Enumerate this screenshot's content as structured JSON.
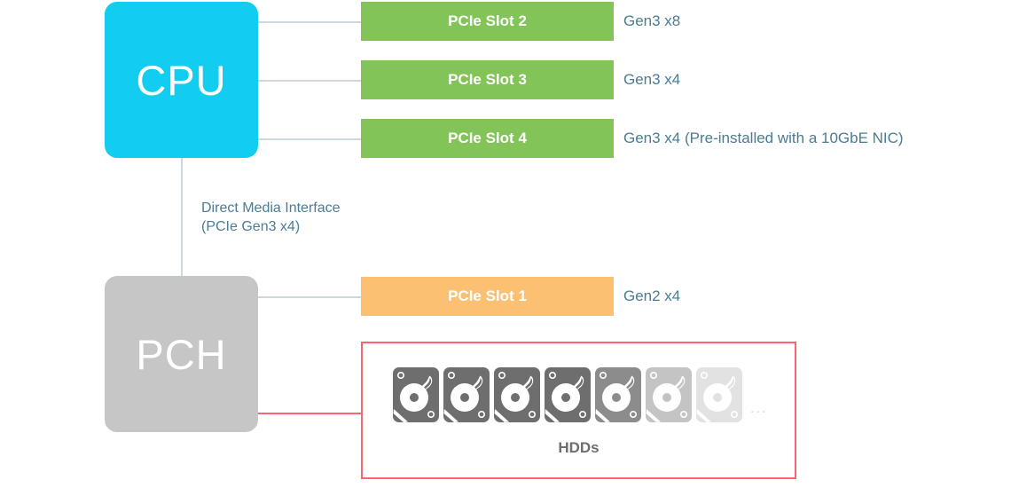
{
  "diagram": {
    "title": "Motherboard PCIe / Storage Block Diagram",
    "colors": {
      "cpu": "#12cdf0",
      "pch": "#c6c6c6",
      "slot_gen3": "#82c457",
      "slot_gen2": "#fcc072",
      "wire": "#ccd7de",
      "wire_storage": "#f9646e",
      "note_text": "#4a7c93",
      "hdd_label": "#6e6e6e"
    }
  },
  "chips": {
    "cpu": {
      "label": "CPU"
    },
    "pch": {
      "label": "PCH"
    }
  },
  "interconnect": {
    "line1": "Direct Media Interface",
    "line2": "(PCIe Gen3 x4)"
  },
  "slots": [
    {
      "name": "PCIe Slot 2",
      "note": "Gen3 x8",
      "source": "cpu",
      "style": "green"
    },
    {
      "name": "PCIe Slot 3",
      "note": "Gen3 x4",
      "source": "cpu",
      "style": "green"
    },
    {
      "name": "PCIe Slot 4",
      "note": "Gen3 x4 (Pre-installed with a 10GbE NIC)",
      "source": "cpu",
      "style": "green"
    },
    {
      "name": "PCIe Slot 1",
      "note": "Gen2 x4",
      "source": "pch",
      "style": "orange"
    }
  ],
  "storage": {
    "caption": "HDDs",
    "ellipsis": "...",
    "drive_count": 7,
    "drive_shades": [
      "#6e6e6e",
      "#6e6e6e",
      "#6e6e6e",
      "#6e6e6e",
      "#8c8c8c",
      "#c4c4c4",
      "#e2e2e2"
    ],
    "icon_name": "hard-disk-drive-icon"
  }
}
